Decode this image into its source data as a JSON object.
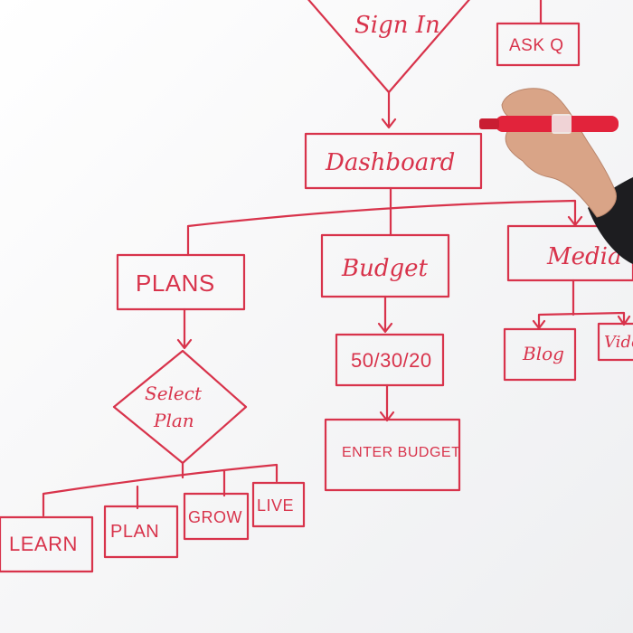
{
  "whiteboard": {
    "ink_color": "#d8334b",
    "board_color": "#f4f4f6"
  },
  "nodes": {
    "sign_in": "Sign In",
    "ask_q": "ASK Q",
    "dashboard": "Dashboard",
    "plans": "PLANS",
    "budget": "Budget",
    "media": "Media",
    "select_plan_line1": "Select",
    "select_plan_line2": "Plan",
    "ratio": "50/30/20",
    "enter_budget": "ENTER BUDGET",
    "blog": "Blog",
    "video": "Video",
    "learn": "LEARN",
    "plan": "PLAN",
    "grow": "GROW",
    "live": "LIVE"
  },
  "marker": {
    "color": "#e2233b",
    "icon": "marker-icon"
  }
}
